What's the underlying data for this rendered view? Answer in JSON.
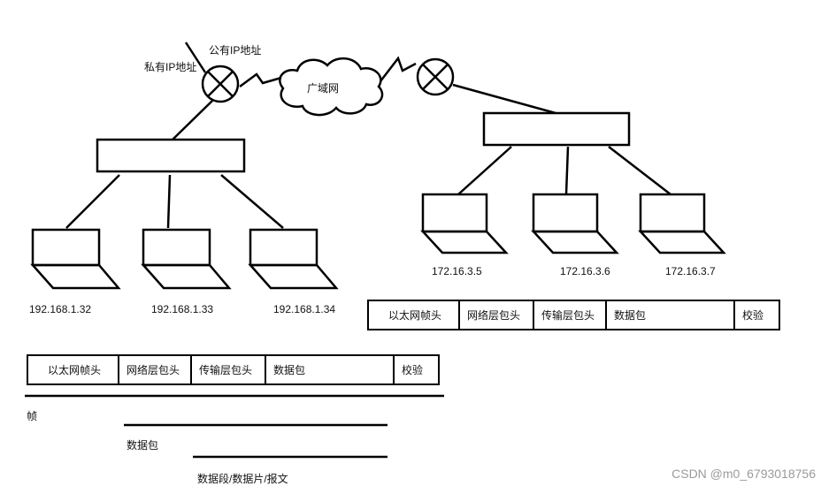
{
  "labels": {
    "public_ip": "公有IP地址",
    "private_ip": "私有IP地址",
    "wan": "广域网"
  },
  "left_hosts": [
    "192.168.1.32",
    "192.168.1.33",
    "192.168.1.34"
  ],
  "right_hosts": [
    "172.16.3.5",
    "172.16.3.6",
    "172.16.3.7"
  ],
  "frame_right": [
    "以太网帧头",
    "网络层包头",
    "传输层包头",
    "数据包",
    "校验"
  ],
  "frame_left": [
    "以太网帧头",
    "网络层包头",
    "传输层包头",
    "数据包",
    "校验"
  ],
  "scope_labels": {
    "frame": "帧",
    "packet": "数据包",
    "segment": "数据段/数据片/报文"
  },
  "watermark": "CSDN @m0_6793018756"
}
